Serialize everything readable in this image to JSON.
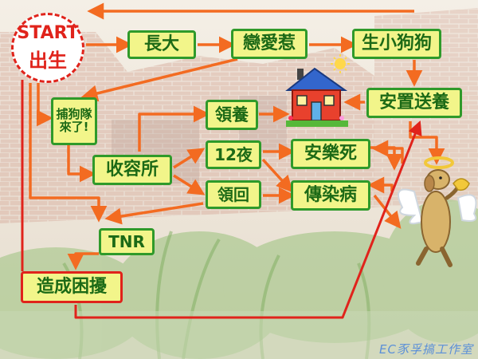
{
  "start": {
    "line1": "START",
    "line2": "出生"
  },
  "nodes": {
    "grow_up": "長大",
    "love": "戀愛惹",
    "puppies": "生小狗狗",
    "catchers": "捕狗隊\n來了!",
    "adopt1": "領養",
    "shelter": "收容所",
    "twelve_nights": "12夜",
    "euthanasia": "安樂死",
    "reclaimed": "領回",
    "infection": "傳染病",
    "placement": "安置送養",
    "tnr": "TNR",
    "trouble": "造成困擾"
  },
  "credit": "EC豕孚搞工作室",
  "colors": {
    "arrow": "#f36b21",
    "red_arrow": "#e0231b",
    "node_fill": "#f2f58a",
    "node_border": "#2f9a2a"
  }
}
